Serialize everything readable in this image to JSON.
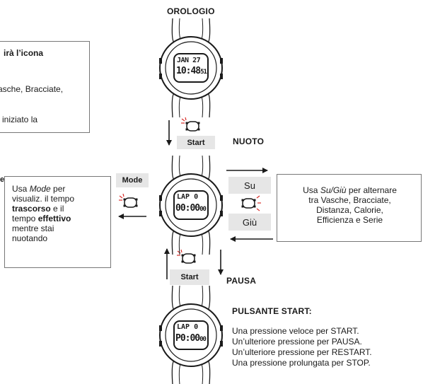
{
  "headers": {
    "orologio": "OROLOGIO",
    "nuoto": "NUOTO",
    "pausa": "PAUSA",
    "pulsante_start": "PULSANTE START:"
  },
  "left_top_box": {
    "lines": [
      "irà l’icona",
      "asche, Bracciate,",
      "iniziato la"
    ]
  },
  "left_side_label": "e",
  "buttons": {
    "start_1": "Start",
    "start_2": "Start",
    "mode": "Mode",
    "su": "Su",
    "giu": "Giù"
  },
  "mode_box": {
    "l1_a": "Usa ",
    "l1_b": "Mode",
    "l1_c": " per",
    "l2": "visualiz. il tempo",
    "l3_a": "trascorso",
    "l3_b": " e il",
    "l4_a": "tempo ",
    "l4_b": "effettivo",
    "l5": "mentre stai",
    "l6": "nuotando"
  },
  "su_giu_box": {
    "l1_a": "Usa ",
    "l1_b": "Su/Giù",
    "l1_c": " per alternare",
    "l2": "tra Vasche, Bracciate,",
    "l3": "Distanza, Calorie,",
    "l4": "Efficienza e Serie"
  },
  "watches": {
    "w1": {
      "top": "JAN 27",
      "bottom": "10:48",
      "sec": "51"
    },
    "w2": {
      "top": "LAP 0",
      "bottom": "00:00",
      "sec": "00"
    },
    "w3": {
      "top": "LAP 0",
      "bottom": "P0:00",
      "sec": "00"
    }
  },
  "start_info": [
    "Una pressione veloce per  START.",
    "Un’ulteriore pressione per PAUSA.",
    "Un’ulteriore pressione per  RESTART.",
    "Una pressione prolungata per STOP."
  ],
  "colors": {
    "box_gray": "#e6e6e6",
    "press_red": "#d9302c",
    "line": "#1a1a1a"
  }
}
